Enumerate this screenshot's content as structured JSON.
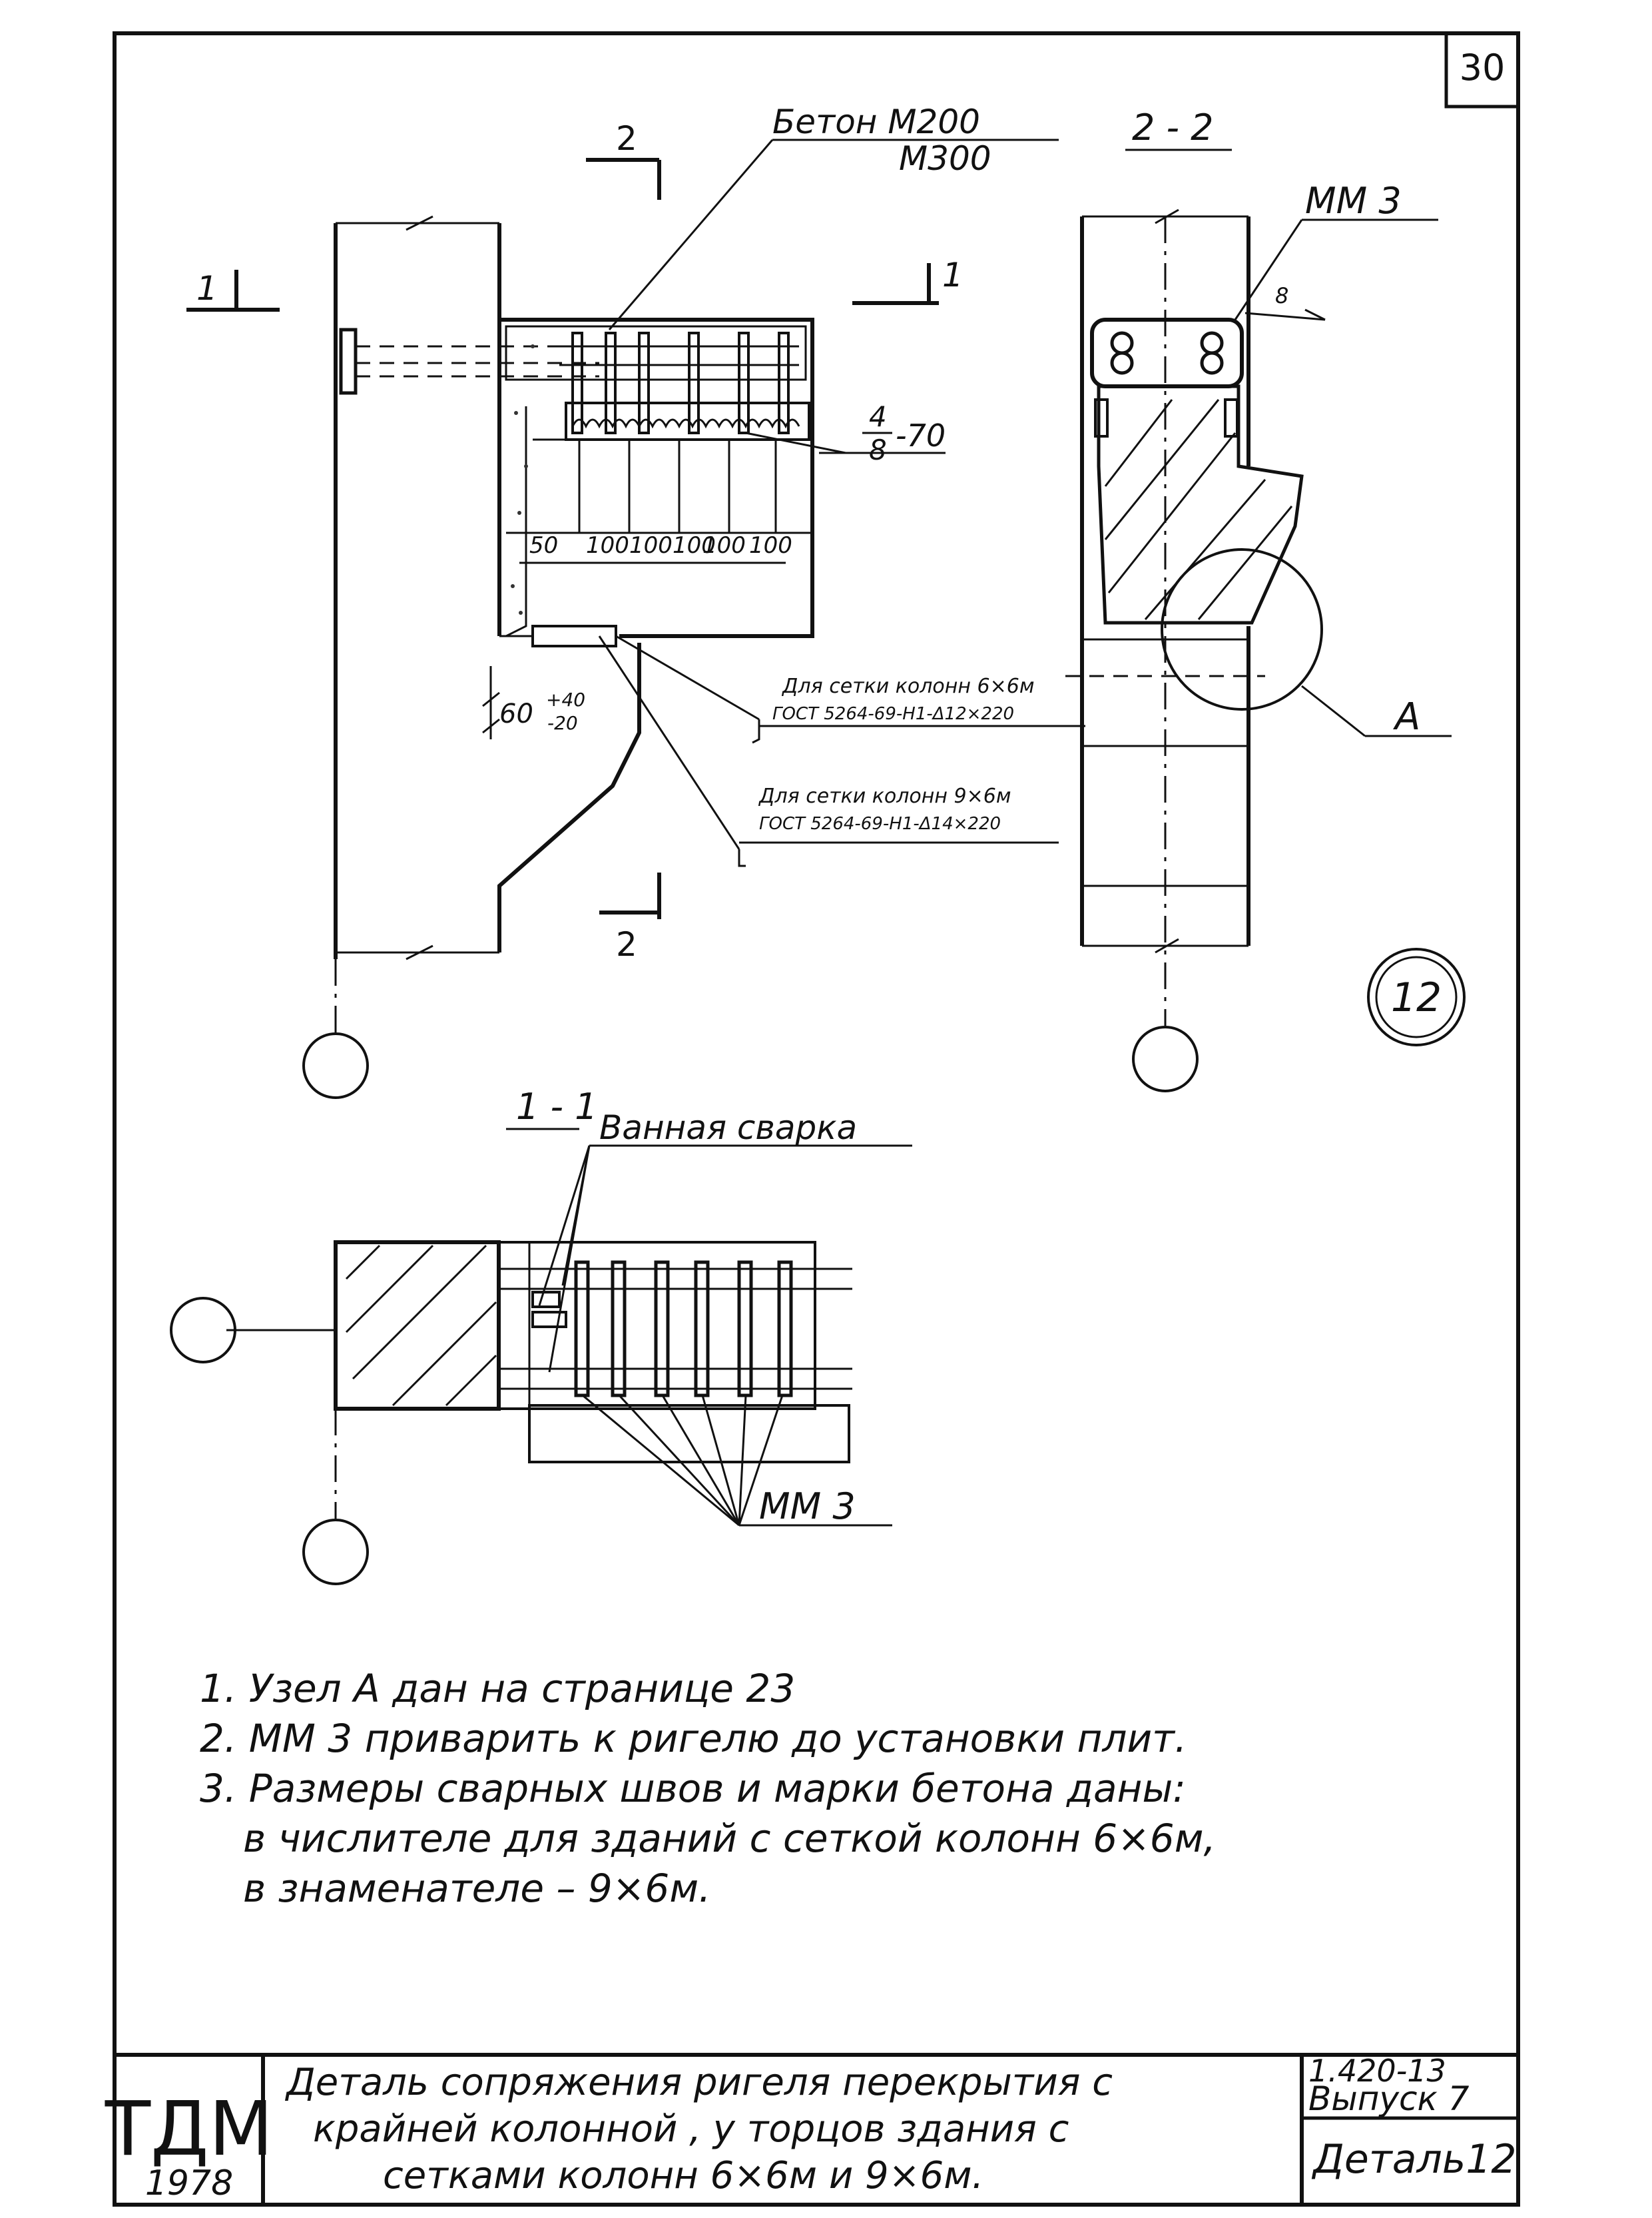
{
  "sheet": {
    "page_number": "30",
    "detail_mark": "12"
  },
  "plan_view": {
    "concrete_grade": "Бетон М200",
    "concrete_grade_denominator": "М300",
    "section_1": "1",
    "section_2": "2",
    "weld_fraction_num": "4",
    "weld_fraction_den": "8",
    "weld_suffix": "-70",
    "dims": [
      "50",
      "100",
      "100",
      "100",
      "100",
      "100"
    ],
    "gap_dim": "60",
    "gap_tol_plus": "+40",
    "gap_tol_minus": "-20",
    "note_grid_6x6_line1": "Для сетки колонн 6×6м",
    "note_grid_6x6_line2": "ГОСТ 5264-69-Н1-Δ12×220",
    "note_grid_9x6_line1": "Для сетки колонн 9×6м",
    "note_grid_9x6_line2": "ГОСТ 5264-69-Н1-Δ14×220"
  },
  "section_2_2": {
    "title": "2 - 2",
    "mm_label": "ММ 3",
    "callout": "А",
    "weld_size": "8"
  },
  "section_1_1": {
    "title": "1 - 1",
    "bath_welding": "Ванная сварка",
    "mm_label": "ММ 3"
  },
  "notes": [
    "1.  Узел А дан на странице 23",
    "2.  ММ 3   приварить к ригелю до установки плит.",
    "3.  Размеры сварных швов и марки бетона даны:",
    "в числителе для зданий с сеткой  колонн 6×6м,",
    "в знаменателе – 9×6м."
  ],
  "title_block": {
    "org": "ТДМ",
    "year": "1978",
    "title_line1": "Деталь  сопряжения  ригеля  перекрытия с",
    "title_line2": "крайней  колонной , у  торцов  здания  с",
    "title_line3": "сетками  колонн  6×6м  и  9×6м.",
    "series": "1.420-13",
    "issue": "Выпуск  7",
    "detail": "Деталь12"
  }
}
